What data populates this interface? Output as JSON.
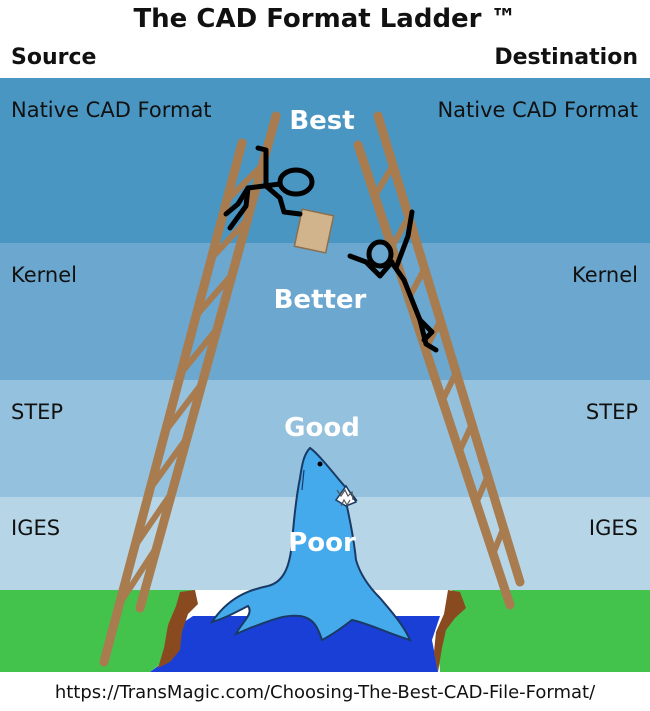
{
  "title": "The CAD Format Ladder ™",
  "columns": {
    "source": "Source",
    "destination": "Destination"
  },
  "levels": [
    {
      "format": "Native CAD Format",
      "quality": "Best",
      "color": "#4a96c2"
    },
    {
      "format": "Kernel",
      "quality": "Better",
      "color": "#6ba7cf"
    },
    {
      "format": "STEP",
      "quality": "Good",
      "color": "#94c1dd"
    },
    {
      "format": "IGES",
      "quality": "Poor",
      "color": "#b6d6e8"
    }
  ],
  "colors": {
    "ladder": "#a87c4f",
    "ladder_edge": "#7a5633",
    "grass": "#44c34c",
    "water": "#1a3fd6",
    "shark": "#44aaec",
    "cliff": "#8a4a1f",
    "box": "#d2b48c"
  },
  "url": "https://TransMagic.com/Choosing-The-Best-CAD-File-Format/"
}
